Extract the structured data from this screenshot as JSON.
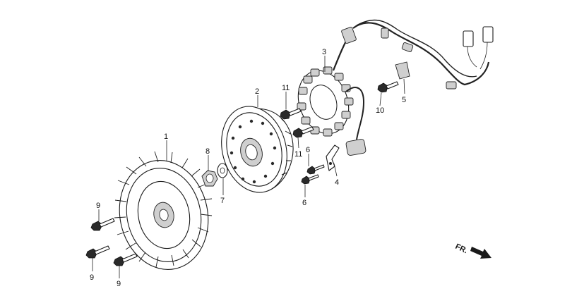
{
  "diagram": {
    "callouts": [
      {
        "id": "1",
        "text": "1"
      },
      {
        "id": "2",
        "text": "2"
      },
      {
        "id": "3",
        "text": "3"
      },
      {
        "id": "4",
        "text": "4"
      },
      {
        "id": "5",
        "text": "5"
      },
      {
        "id": "6a",
        "text": "6"
      },
      {
        "id": "6b",
        "text": "6"
      },
      {
        "id": "7",
        "text": "7"
      },
      {
        "id": "8",
        "text": "8"
      },
      {
        "id": "9a",
        "text": "9"
      },
      {
        "id": "9b",
        "text": "9"
      },
      {
        "id": "9c",
        "text": "9"
      },
      {
        "id": "10",
        "text": "10"
      },
      {
        "id": "11a",
        "text": "11"
      },
      {
        "id": "11b",
        "text": "11"
      }
    ],
    "direction_marker": {
      "text": "FR."
    }
  },
  "colors": {
    "line": "#1a1a1a",
    "background": "#ffffff",
    "shade": "#cfcfcf"
  }
}
